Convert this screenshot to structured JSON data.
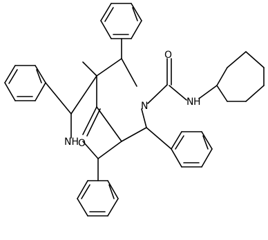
{
  "molecule": {
    "atom_labels": {
      "n_ring": "N",
      "nh_amide": "H",
      "nh_amide_n": "N",
      "nh_bridge": "NH",
      "o_amide": "O",
      "o_ketone": "O"
    }
  },
  "colors": {
    "bond": "#000000",
    "background": "#ffffff"
  }
}
